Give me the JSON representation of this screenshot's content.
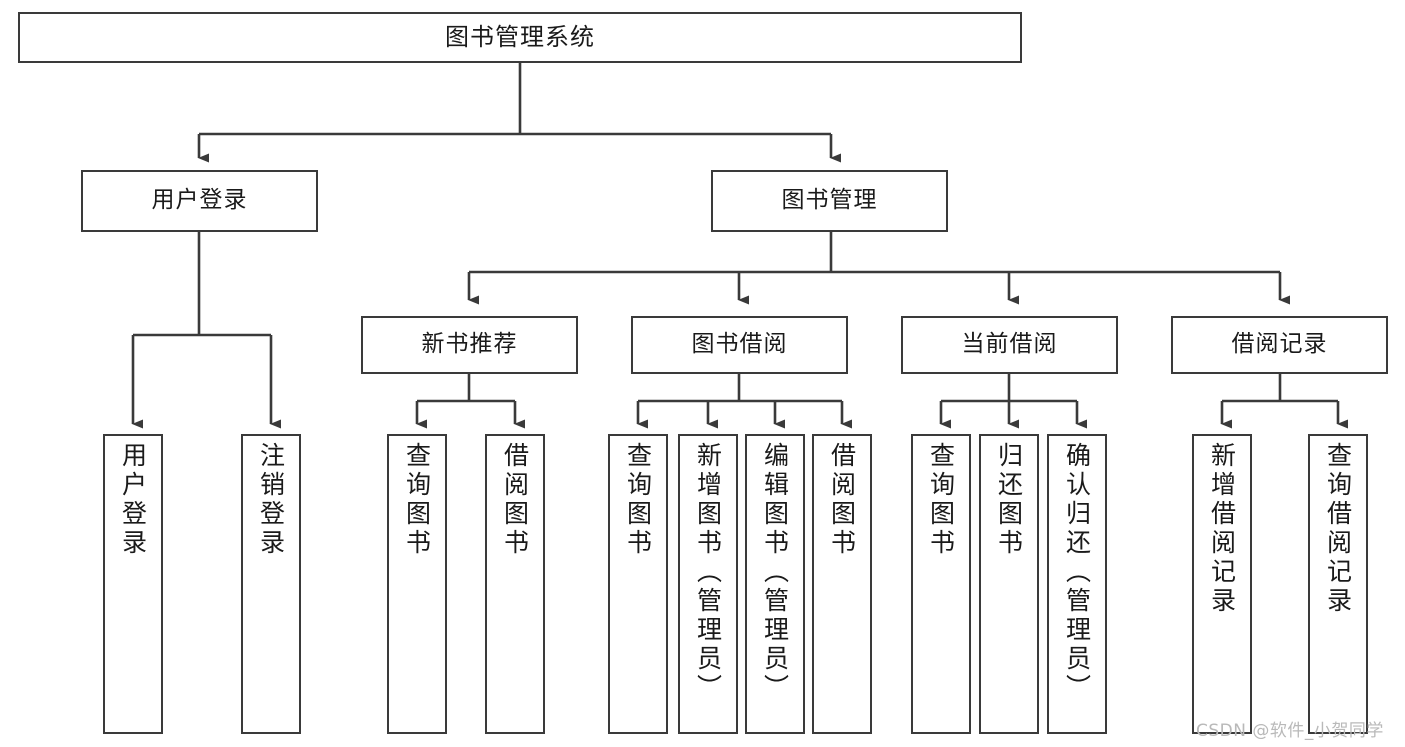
{
  "diagram": {
    "title": "图书管理系统",
    "root": {
      "label": "图书管理系统"
    },
    "level2": [
      {
        "label": "用户登录"
      },
      {
        "label": "图书管理"
      }
    ],
    "level3": [
      {
        "label": "新书推荐"
      },
      {
        "label": "图书借阅"
      },
      {
        "label": "当前借阅"
      },
      {
        "label": "借阅记录"
      }
    ],
    "leaves": {
      "user_login": [
        {
          "label": "用户登录"
        },
        {
          "label": "注销登录"
        }
      ],
      "new_book": [
        {
          "label": "查询图书"
        },
        {
          "label": "借阅图书"
        }
      ],
      "book_borrow": [
        {
          "label": "查询图书"
        },
        {
          "label": "新增图书（管理员）"
        },
        {
          "label": "编辑图书（管理员）"
        },
        {
          "label": "借阅图书"
        }
      ],
      "current_borrow": [
        {
          "label": "查询图书"
        },
        {
          "label": "归还图书"
        },
        {
          "label": "确认归还（管理员）"
        }
      ],
      "borrow_record": [
        {
          "label": "新增借阅记录"
        },
        {
          "label": "查询借阅记录"
        }
      ]
    }
  },
  "watermark": {
    "text": "CSDN @软件_小贺同学"
  },
  "colors": {
    "stroke": "#3a3a3a",
    "box_fill": "#ffffff",
    "text": "#1a1a1a",
    "watermark": "#b9b9b9",
    "background": "#ffffff"
  }
}
